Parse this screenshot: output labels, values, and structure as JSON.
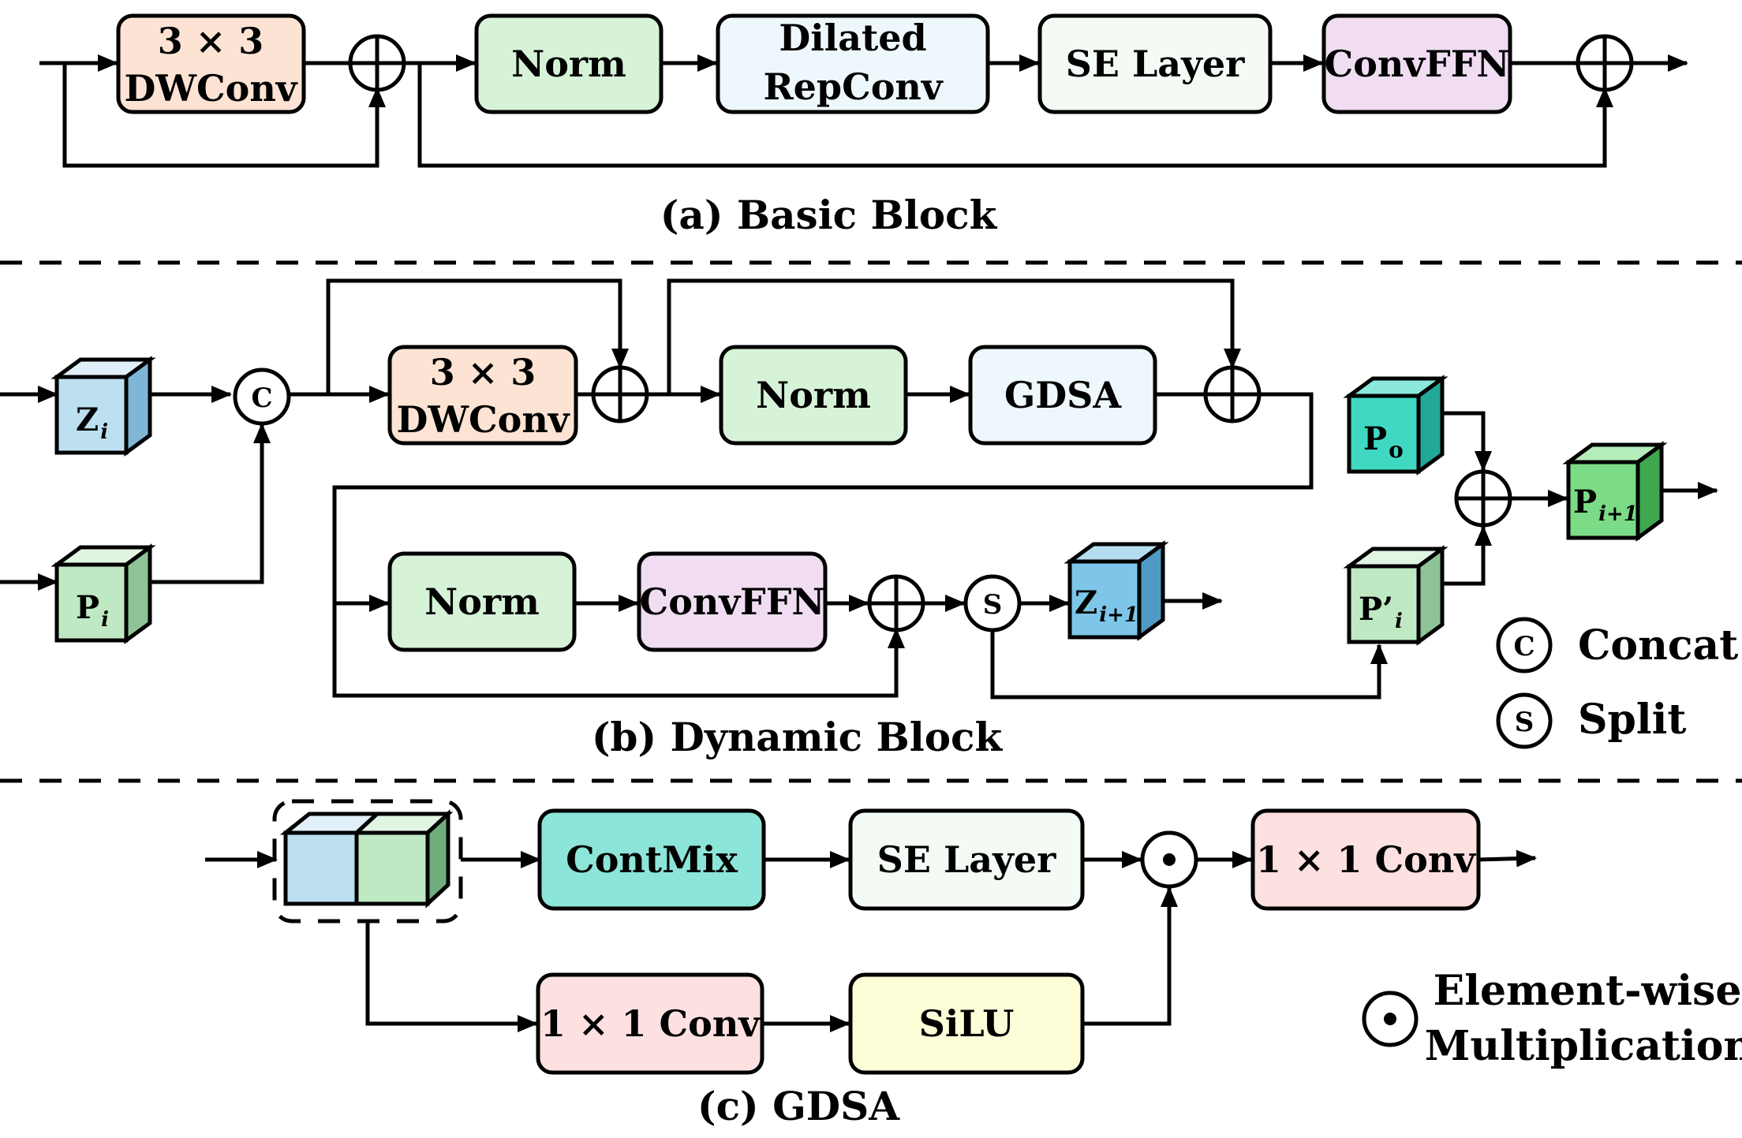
{
  "captions": {
    "a": "(a) Basic Block",
    "b": "(b) Dynamic Block",
    "c": "(c) GDSA"
  },
  "basic_block": {
    "dwconv": [
      "3 × 3",
      "DWConv"
    ],
    "norm": "Norm",
    "dilated": [
      "Dilated",
      "RepConv"
    ],
    "se": "SE Layer",
    "ffn": "ConvFFN"
  },
  "dynamic_block": {
    "dwconv": [
      "3 × 3",
      "DWConv"
    ],
    "norm1": "Norm",
    "gdsa": "GDSA",
    "norm2": "Norm",
    "ffn": "ConvFFN",
    "concat_symbol": "C",
    "split_symbol": "S",
    "cubes": {
      "z_in": {
        "main": "Z",
        "sub": "i"
      },
      "p_in": {
        "main": "P",
        "sub": "i"
      },
      "z_out": {
        "main": "Z",
        "sub": "i+1"
      },
      "p_o": {
        "main": "P",
        "sub": "o"
      },
      "p_prime": {
        "main": "P’",
        "sub": "i"
      },
      "p_out": {
        "main": "P",
        "sub": "i+1"
      }
    }
  },
  "gdsa": {
    "contmix": "ContMix",
    "se": "SE Layer",
    "conv1": "1 × 1 Conv",
    "conv2": "1 × 1 Conv",
    "silu": "SiLU"
  },
  "legend": {
    "concat": "Concat",
    "split": "Split",
    "elementwise": [
      "Element-wise",
      "Multiplication"
    ],
    "concat_symbol": "C",
    "split_symbol": "S"
  },
  "colors": {
    "dwconv": "#fde3d3",
    "norm": "#d6f3d7",
    "dilated": "#eef8fc",
    "se": "#f4fbf5",
    "ffn": "#f0ddf2",
    "gdsa": "#eef7fb",
    "contmix": "#8ce5d8",
    "conv1x1": "#fde0e0",
    "silu": "#fdfdd8",
    "cube_blue": "#bde0f0",
    "cube_green": "#bfe9c3",
    "cube_teal": "#3fd9c2",
    "cube_darkgreen": "#7bdb86"
  }
}
